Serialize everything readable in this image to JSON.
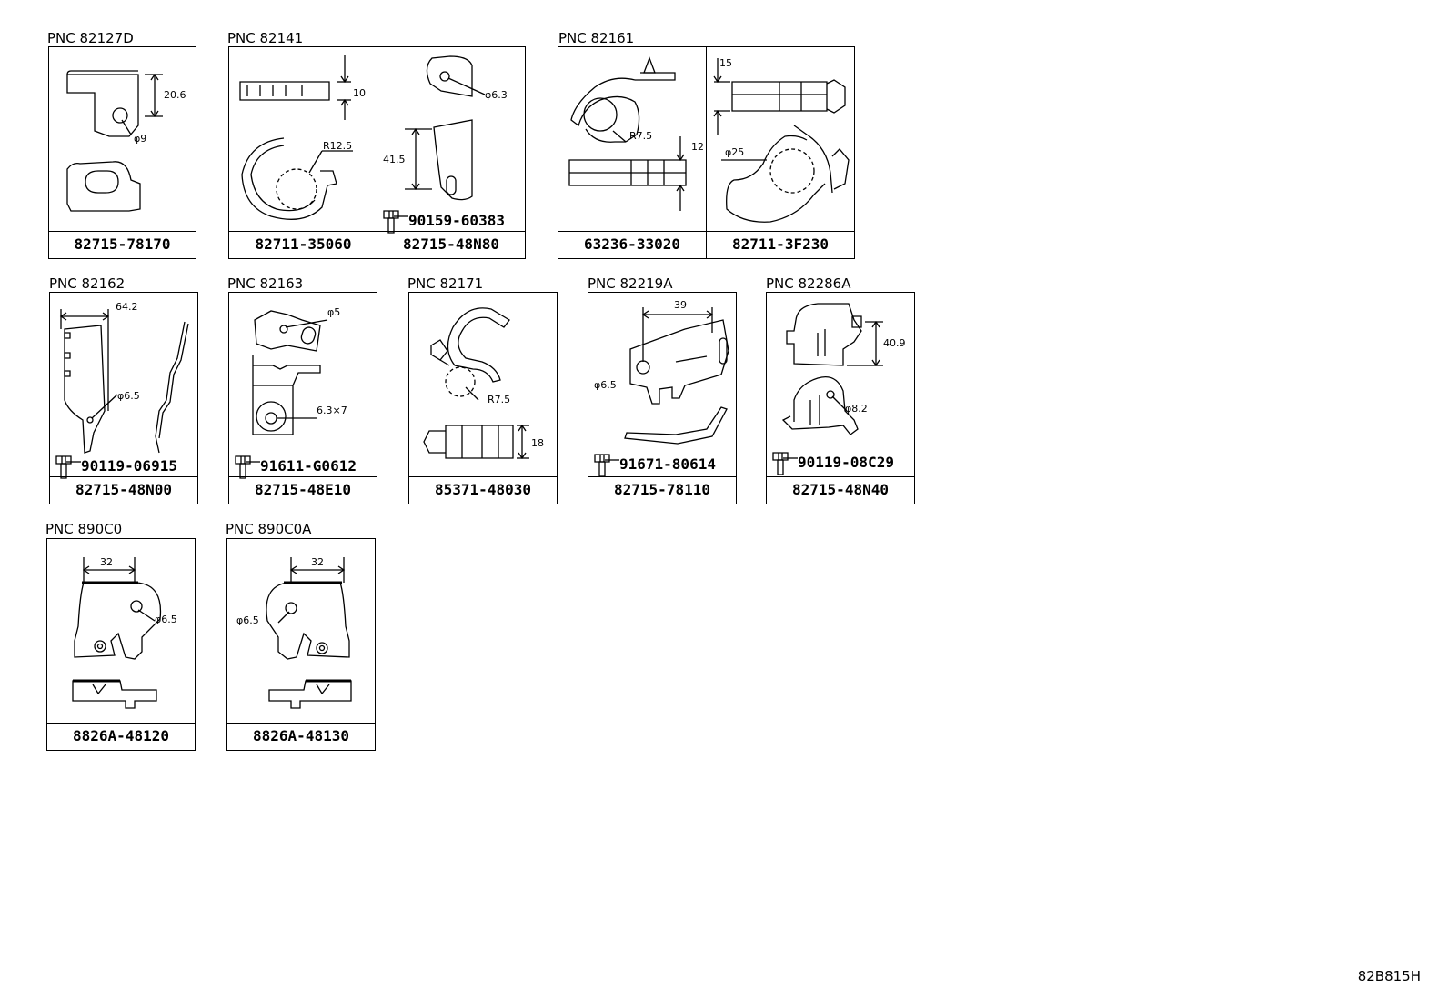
{
  "panels": [
    {
      "pnc": "PNC 82127D",
      "parts": [
        {
          "part_no": "82715-78170",
          "dims": [
            "20.6",
            "φ9"
          ]
        }
      ]
    },
    {
      "pnc": "PNC 82141",
      "parts": [
        {
          "part_no": "82711-35060",
          "dims": [
            "10",
            "R12.5"
          ]
        },
        {
          "part_no": "82715-48N80",
          "dims": [
            "φ6.3",
            "41.5"
          ],
          "bolt": "90159-60383"
        }
      ]
    },
    {
      "pnc": "PNC 82161",
      "parts": [
        {
          "part_no": "63236-33020",
          "dims": [
            "R7.5",
            "12"
          ]
        },
        {
          "part_no": "82711-3F230",
          "dims": [
            "15",
            "φ25"
          ]
        }
      ]
    },
    {
      "pnc": "PNC 82162",
      "parts": [
        {
          "part_no": "82715-48N00",
          "dims": [
            "64.2",
            "φ6.5"
          ],
          "bolt": "90119-06915"
        }
      ]
    },
    {
      "pnc": "PNC 82163",
      "parts": [
        {
          "part_no": "82715-48E10",
          "dims": [
            "φ5",
            "6.3×7"
          ],
          "bolt": "91611-G0612"
        }
      ]
    },
    {
      "pnc": "PNC 82171",
      "parts": [
        {
          "part_no": "85371-48030",
          "dims": [
            "R7.5",
            "18"
          ]
        }
      ]
    },
    {
      "pnc": "PNC 82219A",
      "parts": [
        {
          "part_no": "82715-78110",
          "dims": [
            "39",
            "φ6.5"
          ],
          "bolt": "91671-80614"
        }
      ]
    },
    {
      "pnc": "PNC 82286A",
      "parts": [
        {
          "part_no": "82715-48N40",
          "dims": [
            "40.9",
            "φ8.2"
          ],
          "bolt": "90119-08C29"
        }
      ]
    },
    {
      "pnc": "PNC 890C0",
      "parts": [
        {
          "part_no": "8826A-48120",
          "dims": [
            "32",
            "φ6.5"
          ]
        }
      ]
    },
    {
      "pnc": "PNC 890C0A",
      "parts": [
        {
          "part_no": "8826A-48130",
          "dims": [
            "32",
            "φ6.5"
          ]
        }
      ]
    }
  ],
  "illustration_code": "82B815H"
}
